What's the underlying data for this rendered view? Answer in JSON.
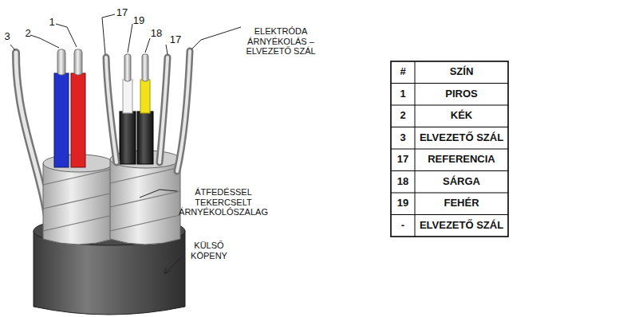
{
  "diagram": {
    "labels": [
      "3",
      "2",
      "1",
      "17",
      "19",
      "18",
      "17",
      "ELEKTRÓDA ÁRNYÉKOLÁS – ELVEZETŐ SZÁL",
      "ÁTFEDÉSSEL TEKERCSELT ÁRNYÉKOLÓSZALAG",
      "KÜLSŐ KÖPENY",
      "#",
      "SZÍN",
      "1",
      "PIROS",
      "2",
      "KÉK",
      "3",
      "ELVEZETŐ SZÁL",
      "17",
      "REFERENCIA",
      "18",
      "SÁRGA",
      "19",
      "FEHÉR",
      "-",
      "ELVEZETŐ SZÁL"
    ]
  }
}
